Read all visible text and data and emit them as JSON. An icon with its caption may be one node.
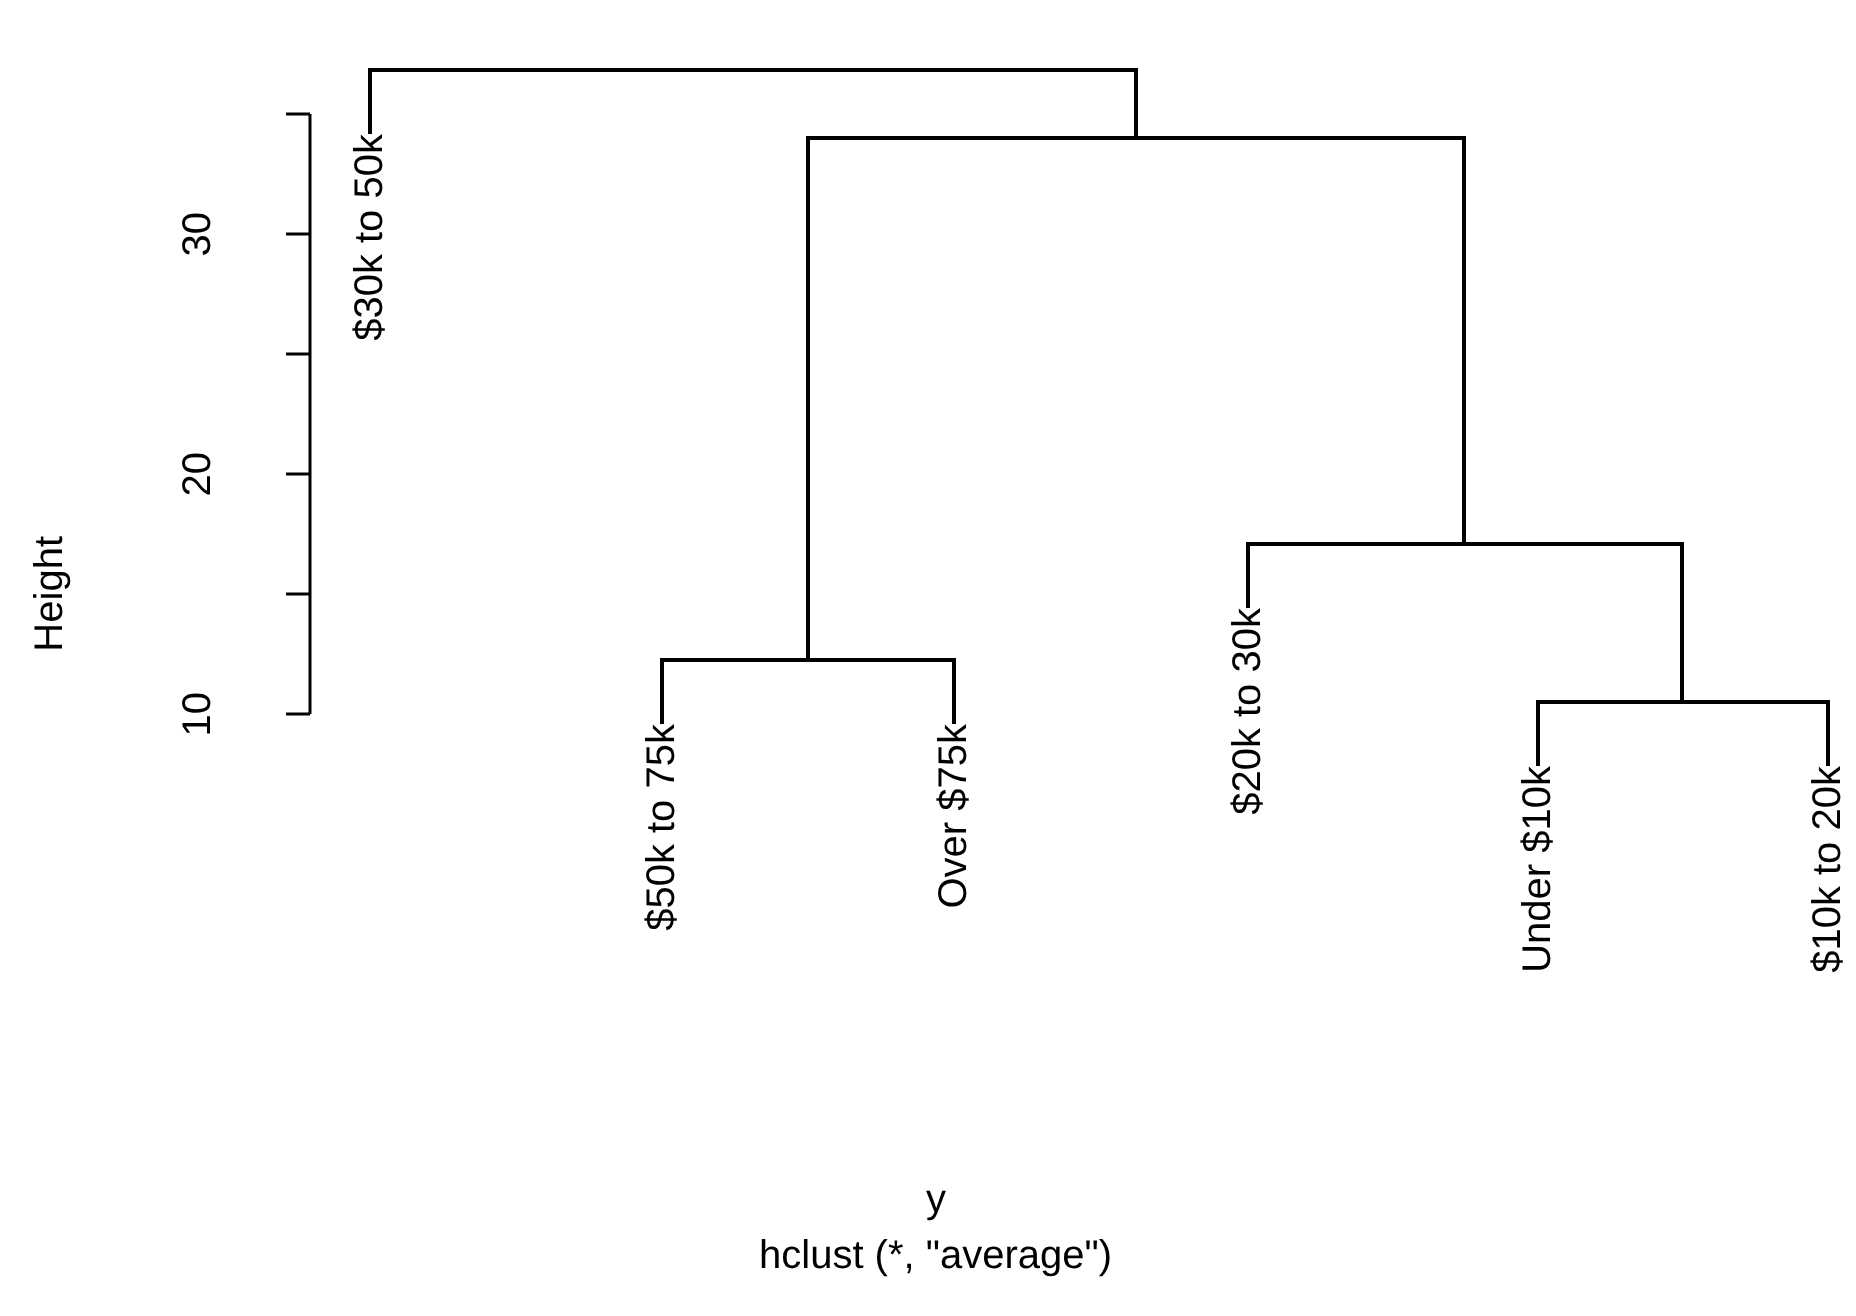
{
  "diagram": {
    "nodes": [
      {
        "text": [
          "$30k to 50k"
        ]
      },
      {
        "text": [
          "$50k to 75k"
        ]
      },
      {
        "text": [
          "Over $75k"
        ]
      },
      {
        "text": [
          "$20k to 30k"
        ]
      },
      {
        "text": [
          "Under $10k"
        ]
      },
      {
        "text": [
          "$10k to 20k"
        ]
      },
      {
        "text": [],
        "shape": "bar"
      },
      {
        "text": [],
        "shape": "bar"
      },
      {
        "text": [],
        "shape": "bar"
      },
      {
        "text": [],
        "shape": "bar"
      },
      {
        "text": [],
        "shape": "bar"
      }
    ],
    "edges": [
      {
        "from": 6,
        "to": 0,
        "arrow": "none"
      },
      {
        "from": 6,
        "to": 7,
        "arrow": "none"
      },
      {
        "from": 7,
        "to": 9,
        "arrow": "none"
      },
      {
        "from": 7,
        "to": 8,
        "arrow": "none"
      },
      {
        "from": 9,
        "to": 1,
        "arrow": "none"
      },
      {
        "from": 9,
        "to": 2,
        "arrow": "none"
      },
      {
        "from": 8,
        "to": 3,
        "arrow": "none"
      },
      {
        "from": 8,
        "to": 10,
        "arrow": "none"
      },
      {
        "from": 10,
        "to": 4,
        "arrow": "none"
      },
      {
        "from": 10,
        "to": 5,
        "arrow": "none"
      }
    ],
    "labels": [
      "30",
      "20",
      "10",
      "Height",
      "y",
      "hclust (*, \"average\")"
    ]
  }
}
